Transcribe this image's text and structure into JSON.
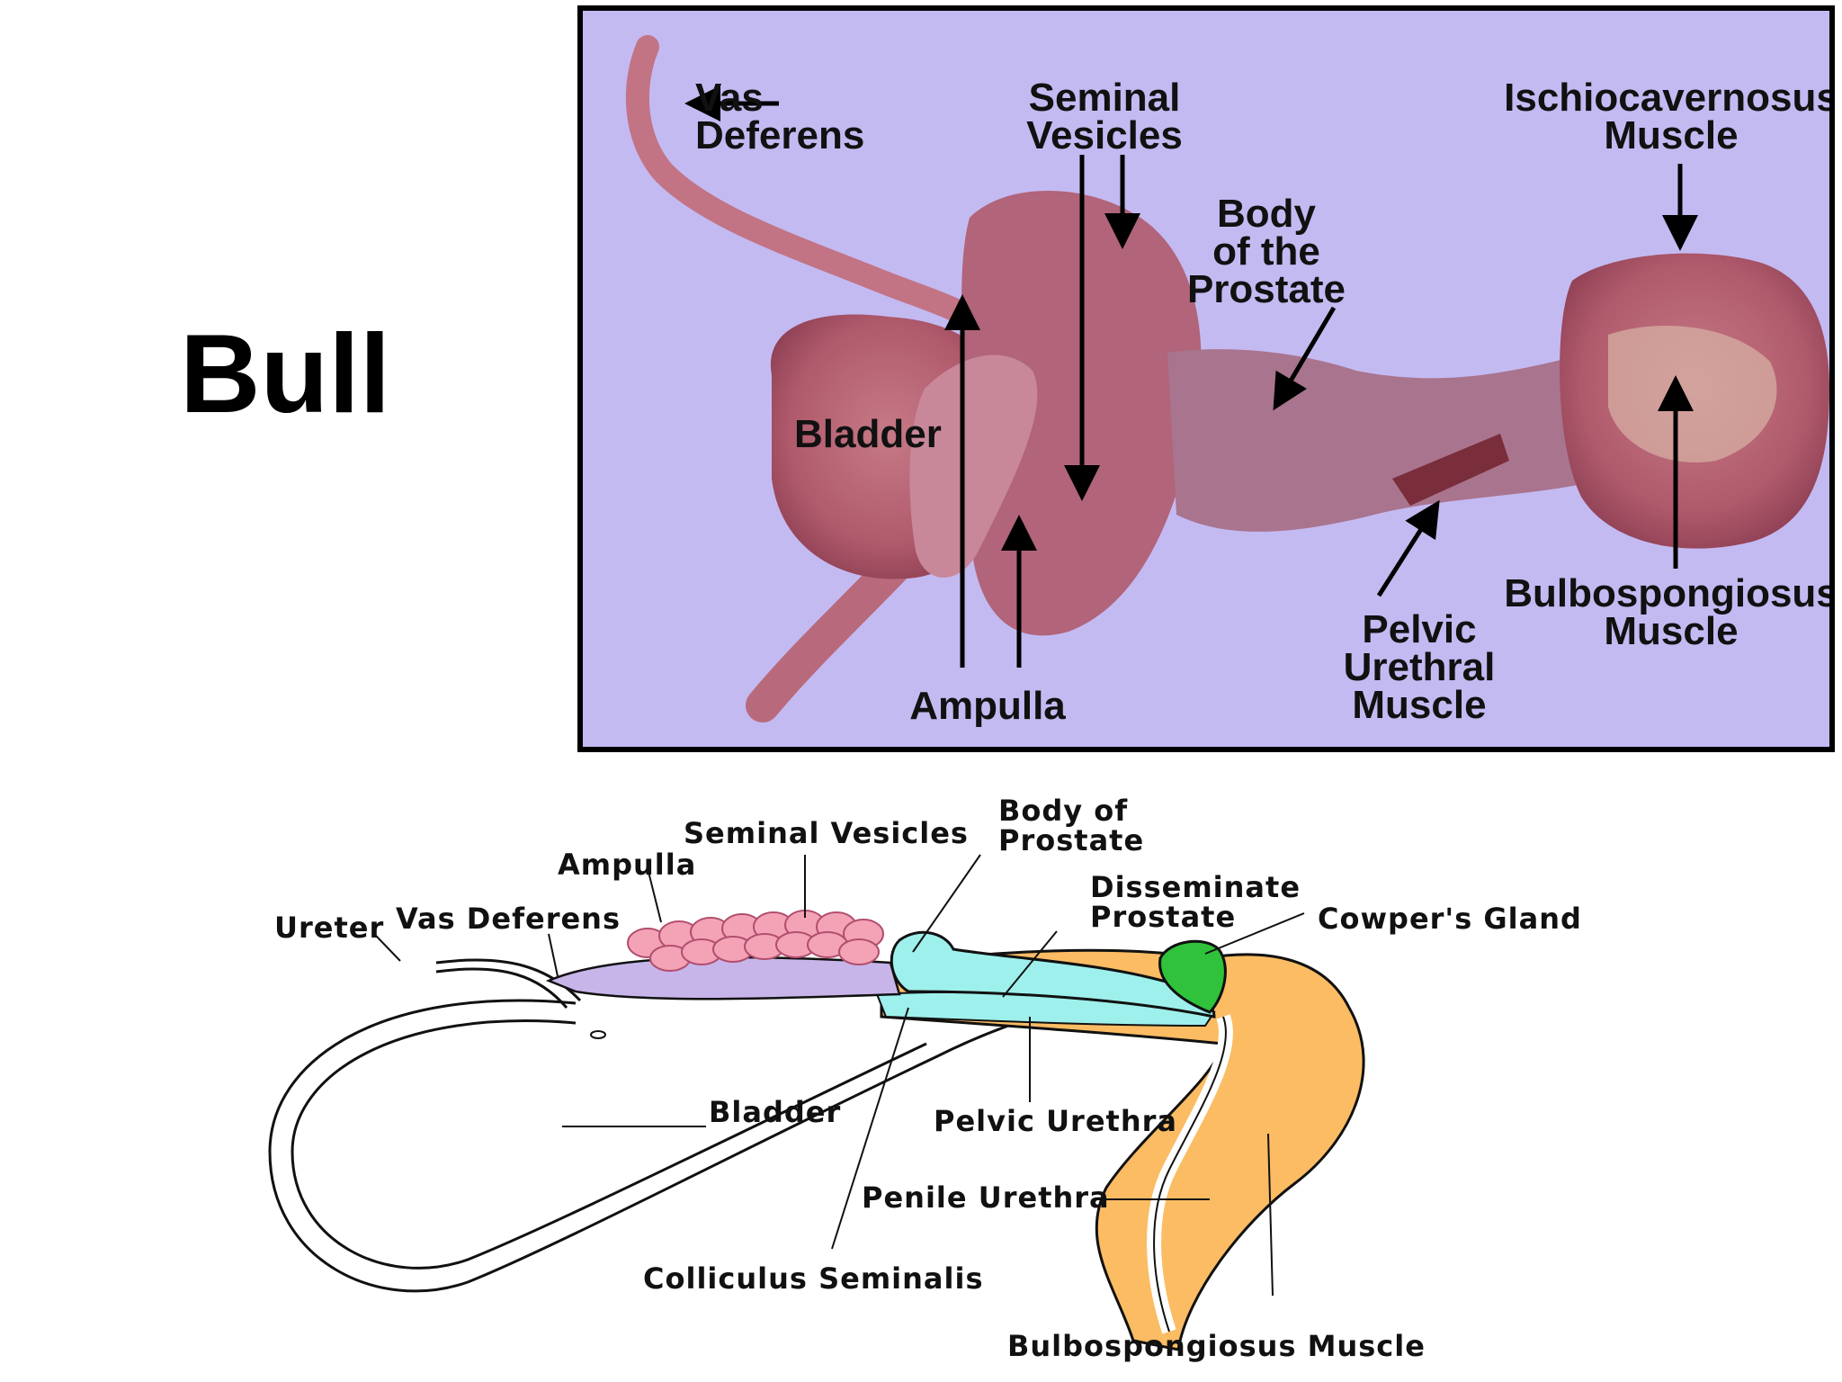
{
  "slide": {
    "title": "Bull"
  },
  "photo": {
    "background": "#c4baf2",
    "tissue": "#b85f73",
    "labels": {
      "vas_deferens": "Vas\nDeferens",
      "seminal_vesicles": "Seminal\nVesicles",
      "ischiocavernosus": "Ischiocavernosus\nMuscle",
      "body_prostate": "Body\nof the\nProstate",
      "bladder": "Bladder",
      "ampulla": "Ampulla",
      "pelvic_urethral": "Pelvic\nUrethral\nMuscle",
      "bulbospongiosus": "Bulbospongiosus\nMuscle"
    }
  },
  "diagram": {
    "colors": {
      "vesicles": "#f4a3b7",
      "ampulla": "#c7b5ea",
      "prostate": "#9ef0ec",
      "muscle": "#fbbc63",
      "cowper": "#2fc23a"
    },
    "labels": {
      "ureter": "Ureter",
      "vas_deferens": "Vas  Deferens",
      "ampulla": "Ampulla",
      "seminal_vesicles": "Seminal  Vesicles",
      "body_prostate_1": "Body of",
      "body_prostate_2": "Prostate",
      "disseminate_1": "Disseminate",
      "disseminate_2": "Prostate",
      "cowpers": "Cowper's  Gland",
      "bladder": "Bladder",
      "pelvic_urethra": "Pelvic  Urethra",
      "penile_urethra": "Penile  Urethra",
      "colliculus": "Colliculus  Seminalis",
      "bulbospongiosus": "Bulbospongiosus  Muscle"
    }
  }
}
